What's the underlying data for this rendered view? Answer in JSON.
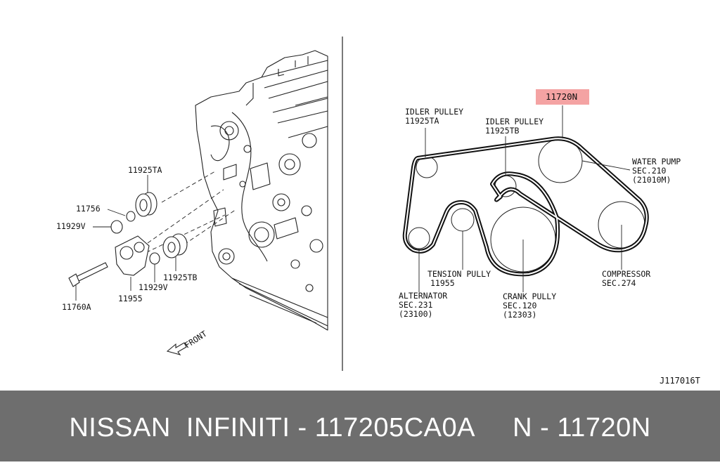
{
  "left_panel": {
    "callouts": [
      "11925TA",
      "11756",
      "11929V",
      "11760A",
      "11955",
      "11929V",
      "11925TB"
    ],
    "front_label": "FRONT"
  },
  "right_panel": {
    "highlight_part": "11720N",
    "highlight_color": "#f4a3a3",
    "labels": {
      "idler_ta": [
        "IDLER PULLEY",
        "11925TA"
      ],
      "idler_tb": [
        "IDLER PULLEY",
        "11925TB"
      ],
      "water_pump": [
        "WATER PUMP",
        "SEC.210",
        "(21010M)"
      ],
      "tension": [
        "TENSION PULLY",
        "11955"
      ],
      "alternator": [
        "ALTERNATOR",
        "SEC.231",
        "(23100)"
      ],
      "crank": [
        "CRANK PULLY",
        "SEC.120",
        "(12303)"
      ],
      "compressor": [
        "COMPRESSOR",
        "SEC.274"
      ]
    }
  },
  "diagram_code": "J117016T",
  "footer": {
    "text": "NISSAN  INFINITI - 117205CA0A     N - 11720N"
  }
}
